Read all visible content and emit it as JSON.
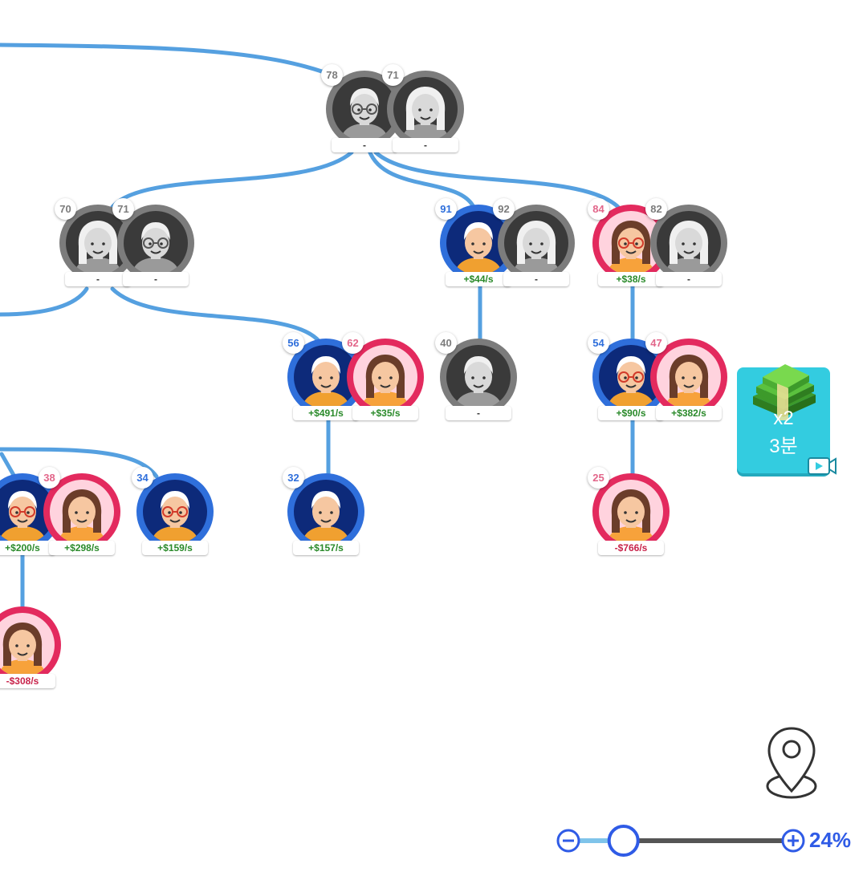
{
  "colors": {
    "line": "#55a0e0",
    "male_ring": "#2f6fdb",
    "female_ring": "#e32a5e",
    "deceased_ring": "#7c7c7c",
    "positive_income": "#2a8a2a",
    "negative_income": "#c8234a",
    "male_age": "#2f6fdb",
    "female_age": "#e2668a",
    "deceased_age": "#7c7c7c",
    "boost_bg": "#33cce0",
    "zoom_accent": "#2f5be6"
  },
  "people": [
    {
      "id": "p1",
      "age": "78",
      "income": "-",
      "gender": "male",
      "alive": false,
      "icon": "elderly-man-with-glasses-avatar"
    },
    {
      "id": "p2",
      "age": "71",
      "income": "-",
      "gender": "female",
      "alive": false,
      "icon": "woman-with-long-hair-avatar"
    },
    {
      "id": "p3",
      "age": "70",
      "income": "-",
      "gender": "female",
      "alive": false,
      "icon": "woman-with-long-hair-avatar"
    },
    {
      "id": "p4",
      "age": "71",
      "income": "-",
      "gender": "male",
      "alive": false,
      "icon": "bald-man-with-glasses-avatar"
    },
    {
      "id": "p5",
      "age": "91",
      "income": "+$44/s",
      "gender": "male",
      "alive": true,
      "icon": "elderly-man-with-mustache-avatar"
    },
    {
      "id": "p6",
      "age": "92",
      "income": "-",
      "gender": "female",
      "alive": false,
      "icon": "elderly-woman-avatar"
    },
    {
      "id": "p7",
      "age": "84",
      "income": "+$38/s",
      "gender": "female",
      "alive": true,
      "icon": "elderly-woman-with-glasses-avatar"
    },
    {
      "id": "p8",
      "age": "82",
      "income": "-",
      "gender": "female",
      "alive": false,
      "icon": "elderly-woman-with-earrings-avatar"
    },
    {
      "id": "p9",
      "age": "56",
      "income": "+$491/s",
      "gender": "male",
      "alive": true,
      "icon": "old-man-with-beard-avatar"
    },
    {
      "id": "p10",
      "age": "62",
      "income": "+$35/s",
      "gender": "female",
      "alive": true,
      "icon": "elderly-woman-with-bun-avatar"
    },
    {
      "id": "p11",
      "age": "40",
      "income": "-",
      "gender": "male",
      "alive": false,
      "icon": "man-with-mustache-avatar"
    },
    {
      "id": "p12",
      "age": "54",
      "income": "+$90/s",
      "gender": "male",
      "alive": true,
      "icon": "old-man-with-glasses-avatar"
    },
    {
      "id": "p13",
      "age": "47",
      "income": "+$382/s",
      "gender": "female",
      "alive": true,
      "icon": "woman-with-dark-hair-avatar"
    },
    {
      "id": "p14",
      "age": "",
      "income": "+$200/s",
      "gender": "male",
      "alive": true,
      "icon": "man-with-glasses-avatar"
    },
    {
      "id": "p15",
      "age": "38",
      "income": "+$298/s",
      "gender": "female",
      "alive": true,
      "icon": "woman-with-brown-hair-avatar"
    },
    {
      "id": "p16",
      "age": "34",
      "income": "+$159/s",
      "gender": "male",
      "alive": true,
      "icon": "young-man-with-glasses-avatar"
    },
    {
      "id": "p17",
      "age": "32",
      "income": "+$157/s",
      "gender": "male",
      "alive": true,
      "icon": "young-man-avatar"
    },
    {
      "id": "p18",
      "age": "25",
      "income": "-$766/s",
      "gender": "female",
      "alive": true,
      "icon": "young-woman-avatar"
    },
    {
      "id": "p19",
      "age": "",
      "income": "-$308/s",
      "gender": "female",
      "alive": true,
      "icon": "baby-girl-avatar"
    }
  ],
  "boost": {
    "multiplier": "x2",
    "timer": "3분",
    "icon": "money-stack-icon",
    "video_icon": "video-ad-icon"
  },
  "locate_icon": "map-pin-icon",
  "zoom": {
    "value_label": "24%",
    "level": 0.24,
    "minus_icon": "zoom-out-icon",
    "plus_icon": "zoom-in-icon"
  }
}
